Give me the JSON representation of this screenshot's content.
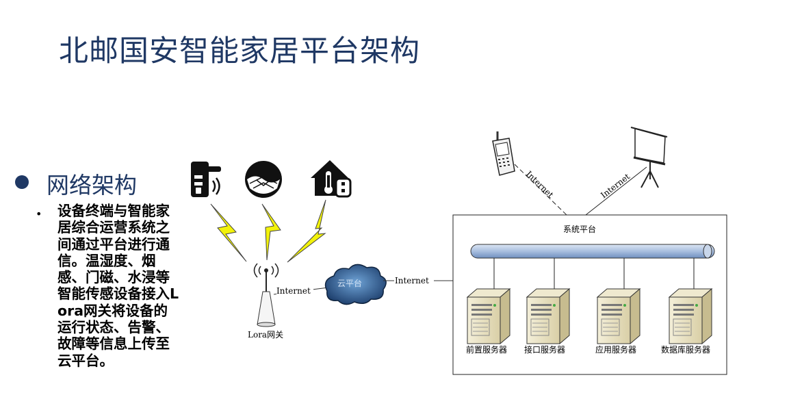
{
  "title": "北邮国安智能家居平台架构",
  "section": {
    "heading": "网络架构",
    "bullet": "设备终端与智能家居综合运营系统之间通过平台进行通信。温湿度、烟感、门磁、水浸等智能传感设备接入Lora网关将设备的运行状态、告警、故障等信息上传至云平台。"
  },
  "diagram": {
    "gateway_label": "Lora网关",
    "cloud_label": "云平台",
    "link_internet": "Internet",
    "platform_title": "系统平台",
    "servers": [
      "前置服务器",
      "接口服务器",
      "应用服务器",
      "数据库服务器"
    ],
    "sensor_icons": [
      "door-lock-sensor-icon",
      "water-leak-sensor-icon",
      "home-temperature-sensor-icon"
    ],
    "client_icons": [
      "mobile-phone-icon",
      "projector-screen-icon"
    ],
    "colors": {
      "title": "#1f3864",
      "lightning": "#f2f20a",
      "bus": "#b4c7e7",
      "cloud": "#2b4e80"
    }
  }
}
